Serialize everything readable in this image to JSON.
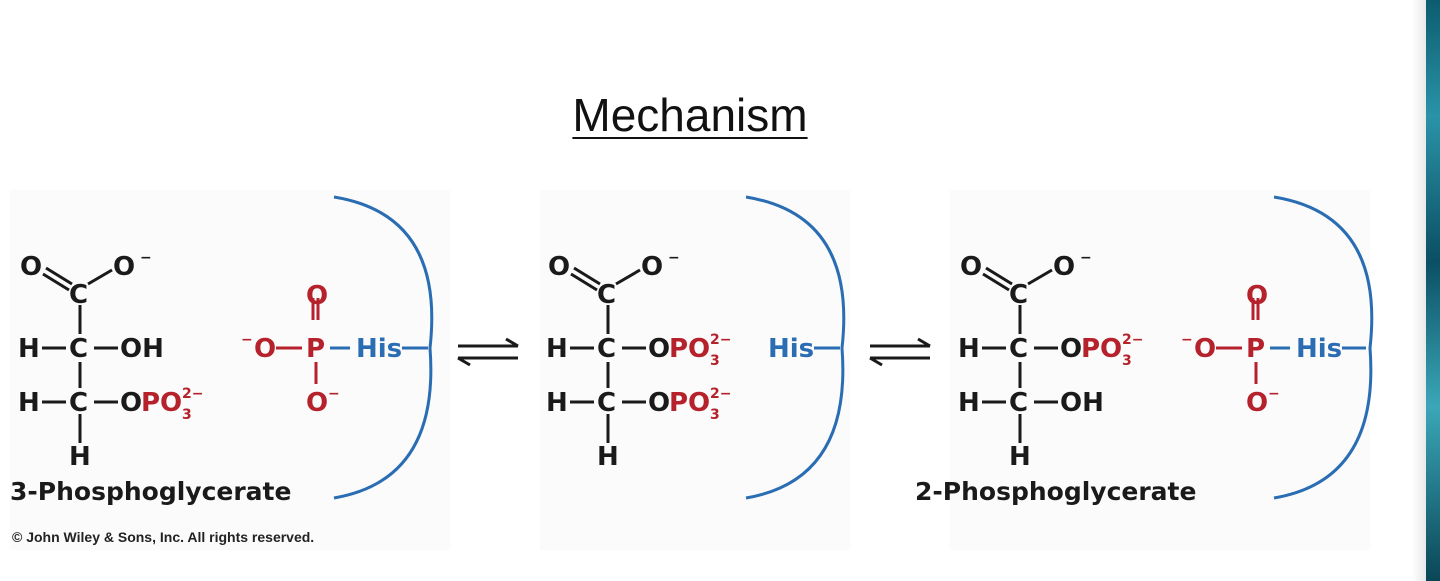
{
  "title": "Mechanism",
  "colors": {
    "ink": "#1a1a1a",
    "phosphate": "#b5222c",
    "enzyme": "#2a6db3"
  },
  "atoms": {
    "O": "O",
    "O_minus": "O",
    "minus": "−",
    "C": "C",
    "H": "H",
    "OH": "OH",
    "O_prefix": "O",
    "PO": "PO",
    "sub3": "3",
    "sup2minus": "2−",
    "P": "P",
    "His": "His"
  },
  "compounds": {
    "left": {
      "name": "3-Phosphoglycerate"
    },
    "right": {
      "name": "2-Phosphoglycerate"
    }
  },
  "arrows": [
    "equilibrium-arrow",
    "equilibrium-arrow"
  ],
  "copyright": "© John Wiley & Sons, Inc. All rights reserved."
}
